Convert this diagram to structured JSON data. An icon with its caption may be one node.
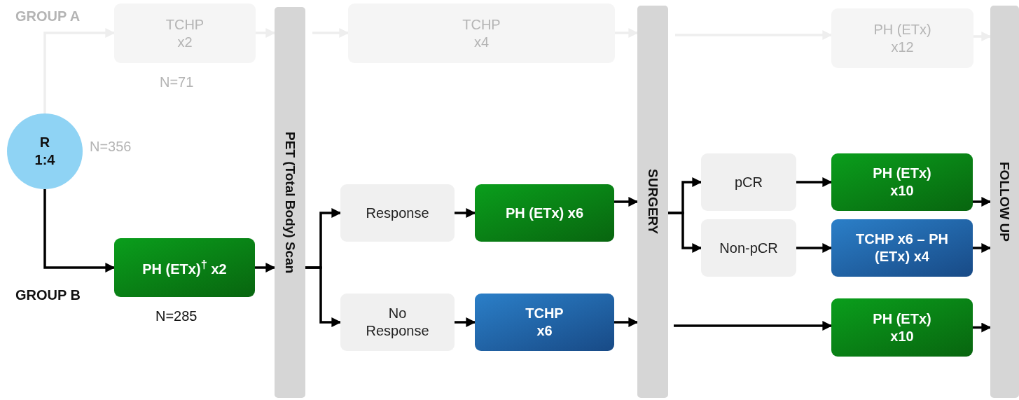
{
  "diagram": {
    "nodes": [
      {
        "text": [
          "R 1:4"
        ],
        "beside": [
          "N=356"
        ]
      },
      {
        "text": [
          "TCHP x2"
        ],
        "beside": [
          "N=71"
        ]
      },
      {
        "text": [
          "TCHP x4"
        ]
      },
      {
        "text": [
          "PH (ETx) x12"
        ]
      },
      {
        "text": [
          "PH (ETx)$^{†}$ x2"
        ],
        "beside": [
          "N=285"
        ]
      },
      {
        "text": [
          "PET (Total Body) Scan"
        ]
      },
      {
        "text": [
          "SURGERY"
        ]
      },
      {
        "text": [
          "FOLLOW UP"
        ]
      },
      {
        "text": [
          "Response"
        ]
      },
      {
        "text": [
          "No Response"
        ]
      },
      {
        "text": [
          "PH (ETx) x6"
        ]
      },
      {
        "text": [
          "TCHP x6"
        ]
      },
      {
        "text": [
          "pCR"
        ]
      },
      {
        "text": [
          "Non-pCR"
        ]
      },
      {
        "text": [
          "PH (ETx) x10"
        ]
      },
      {
        "text": [
          "TCHP x6 – PH (ETx) x4"
        ]
      },
      {
        "text": [
          "PH (ETx) x10"
        ]
      }
    ],
    "edges": [
      {
        "from": 0,
        "to": 1,
        "arrow": "to",
        "color": "#eeeeee"
      },
      {
        "from": 1,
        "to": 5,
        "arrow": "to",
        "color": "#eeeeee"
      },
      {
        "from": 5,
        "to": 2,
        "arrow": "to",
        "color": "#eeeeee"
      },
      {
        "from": 2,
        "to": 6,
        "arrow": "to",
        "color": "#eeeeee"
      },
      {
        "from": 6,
        "to": 3,
        "arrow": "to",
        "color": "#eeeeee"
      },
      {
        "from": 3,
        "to": 7,
        "arrow": "to",
        "color": "#eeeeee"
      },
      {
        "from": 0,
        "to": 4,
        "arrow": "to"
      },
      {
        "from": 4,
        "to": 5,
        "arrow": "to"
      },
      {
        "from": 5,
        "to": 8,
        "arrow": "to"
      },
      {
        "from": 5,
        "to": 9,
        "arrow": "to"
      },
      {
        "from": 8,
        "to": 10,
        "arrow": "to"
      },
      {
        "from": 9,
        "to": 11,
        "arrow": "to"
      },
      {
        "from": 10,
        "to": 6,
        "arrow": "to"
      },
      {
        "from": 11,
        "to": 6,
        "arrow": "to"
      },
      {
        "from": 6,
        "to": 12,
        "arrow": "to"
      },
      {
        "from": 6,
        "to": 13,
        "arrow": "to"
      },
      {
        "from": 12,
        "to": 14,
        "arrow": "to"
      },
      {
        "from": 13,
        "to": 15,
        "arrow": "to"
      },
      {
        "from": 6,
        "to": 16,
        "arrow": "to"
      },
      {
        "from": 14,
        "to": 7,
        "arrow": "to"
      },
      {
        "from": 15,
        "to": 7,
        "arrow": "to"
      },
      {
        "from": 16,
        "to": 7,
        "arrow": "to"
      }
    ],
    "labels": [
      "GROUP A",
      "GROUP B"
    ]
  }
}
